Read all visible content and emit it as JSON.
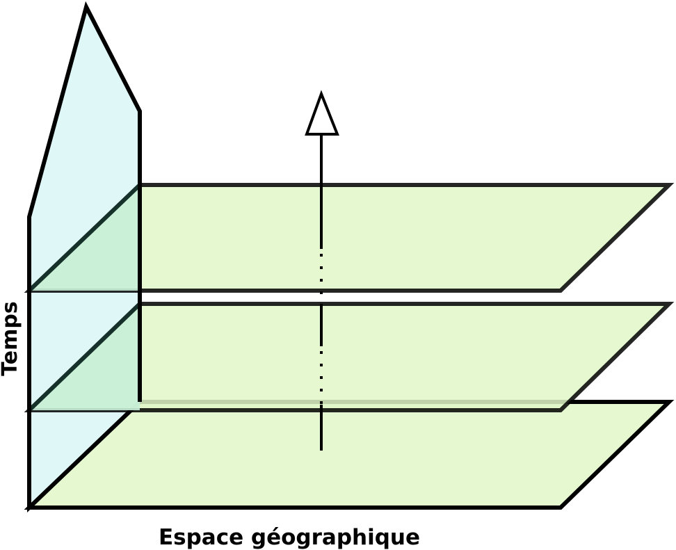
{
  "diagram": {
    "labels": {
      "time_axis": "Temps",
      "space_axis": "Espace géographique"
    },
    "colors": {
      "time_plane_fill": "#e0f7f8",
      "layer_fill": "#e0f7c8",
      "overlap_fill": "#c8f0d8",
      "stroke": "#000000"
    },
    "layers": [
      {
        "name": "top-layer"
      },
      {
        "name": "middle-layer"
      },
      {
        "name": "bottom-layer"
      }
    ],
    "time_arrow": {
      "direction": "up",
      "style": "dotted-between-layers"
    }
  }
}
